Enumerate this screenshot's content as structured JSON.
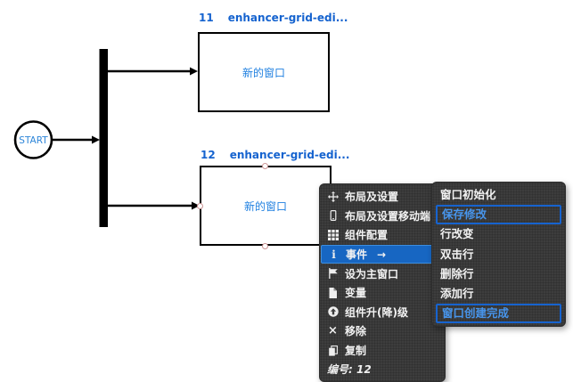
{
  "diagram": {
    "start_label": "START",
    "windows": [
      {
        "id": "11",
        "title": "enhancer-grid-edi...",
        "body": "新的窗口"
      },
      {
        "id": "12",
        "title": "enhancer-grid-edi...",
        "body": "新的窗口"
      }
    ]
  },
  "context_menu": {
    "items": [
      {
        "label": "布局及设置",
        "icon": "move-icon"
      },
      {
        "label": "布局及设置移动端",
        "icon": "mobile-icon"
      },
      {
        "label": "组件配置",
        "icon": "grid-icon"
      },
      {
        "label": "事件",
        "icon": "info-icon",
        "arrow": "→",
        "highlighted": true
      },
      {
        "label": "设为主窗口",
        "icon": "flag-icon"
      },
      {
        "label": "变量",
        "icon": "document-icon"
      },
      {
        "label": "组件升(降)级",
        "icon": "arrow-up-circle-icon"
      },
      {
        "label": "移除",
        "icon": "close-icon"
      },
      {
        "label": "复制",
        "icon": "copy-icon"
      }
    ],
    "footer": "编号: 12"
  },
  "submenu": {
    "items": [
      {
        "label": "窗口初始化",
        "bound": false
      },
      {
        "label": "保存修改",
        "bound": true
      },
      {
        "label": "行改变",
        "bound": false
      },
      {
        "label": "双击行",
        "bound": false
      },
      {
        "label": "删除行",
        "bound": false
      },
      {
        "label": "添加行",
        "bound": false
      },
      {
        "label": "窗口创建完成",
        "bound": true
      }
    ]
  },
  "colors": {
    "node_border": "#000000",
    "title_blue": "#1563cf",
    "body_blue": "#2080e0",
    "start_blue": "#2e86d9",
    "menu_bg": "#3d3d3d",
    "menu_text": "#f2f2f2",
    "highlight_bg": "#1766c2",
    "highlight_border": "#3e8ede",
    "bound_text": "#4795ec",
    "bound_border": "#1663cf",
    "handle_border": "#cc9595"
  }
}
